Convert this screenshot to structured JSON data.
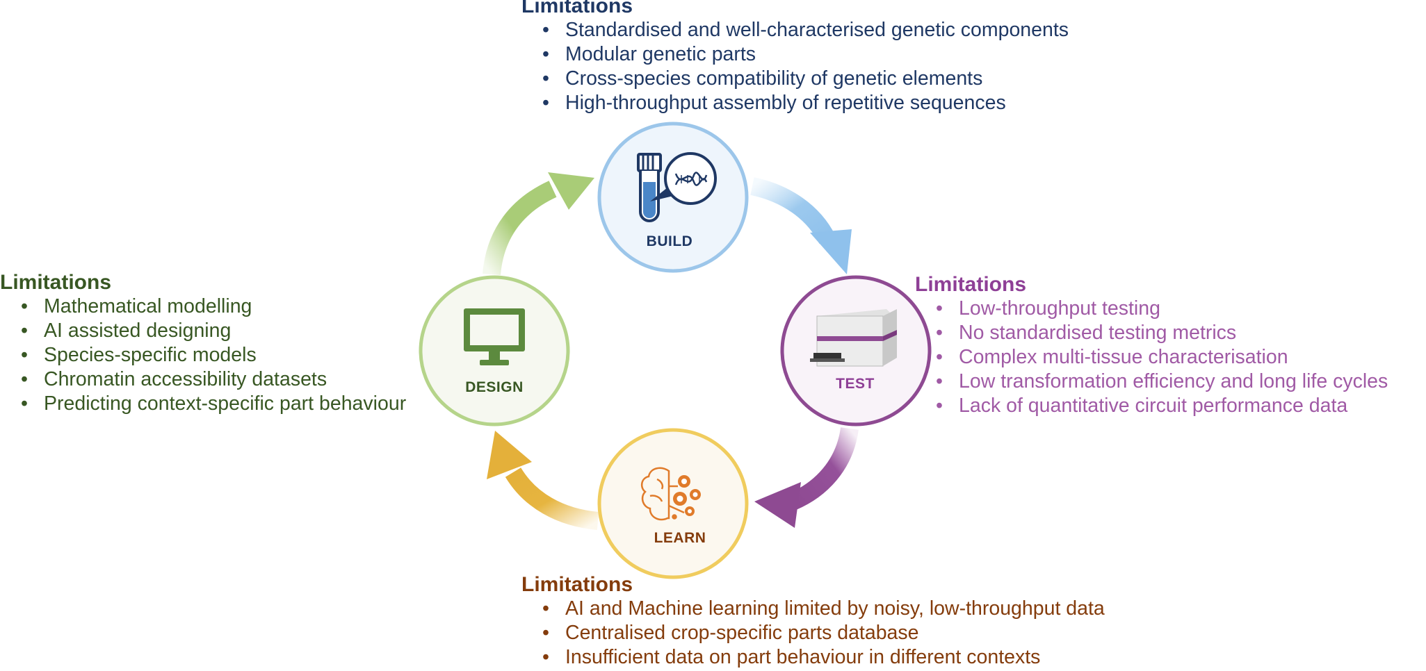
{
  "build": {
    "label": "BUILD",
    "color": "#1f3864",
    "ring_color": "#9cc6ea",
    "limitations_title": "Limitations",
    "limitations": [
      "Standardised and well-characterised genetic components",
      "Modular genetic parts",
      "Cross-species compatibility of genetic elements",
      "High-throughput assembly of repetitive sequences"
    ],
    "icon": "test-tube-dna-icon"
  },
  "test": {
    "label": "TEST",
    "color": "#a05aa5",
    "ring_color": "#8e4a92",
    "limitations_title": "Limitations",
    "limitations": [
      "Low-throughput testing",
      "No standardised testing metrics",
      "Complex multi-tissue characterisation",
      "Low transformation efficiency and long life cycles",
      "Lack of quantitative circuit performance data"
    ],
    "icon": "plate-reader-icon"
  },
  "learn": {
    "label": "LEARN",
    "color": "#843c0c",
    "ring_color": "#f0cc5e",
    "limitations_title": "Limitations",
    "limitations": [
      "AI and Machine learning limited by noisy, low-throughput data",
      "Centralised crop-specific parts database",
      "Insufficient data on part behaviour in different contexts"
    ],
    "icon": "brain-gears-icon"
  },
  "design": {
    "label": "DESIGN",
    "color": "#385723",
    "ring_color": "#b5d48a",
    "limitations_title": "Limitations",
    "limitations": [
      "Mathematical modelling",
      "AI assisted designing",
      "Species-specific models",
      "Chromatin accessibility datasets",
      "Predicting context-specific part behaviour"
    ],
    "icon": "computer-monitor-icon"
  }
}
